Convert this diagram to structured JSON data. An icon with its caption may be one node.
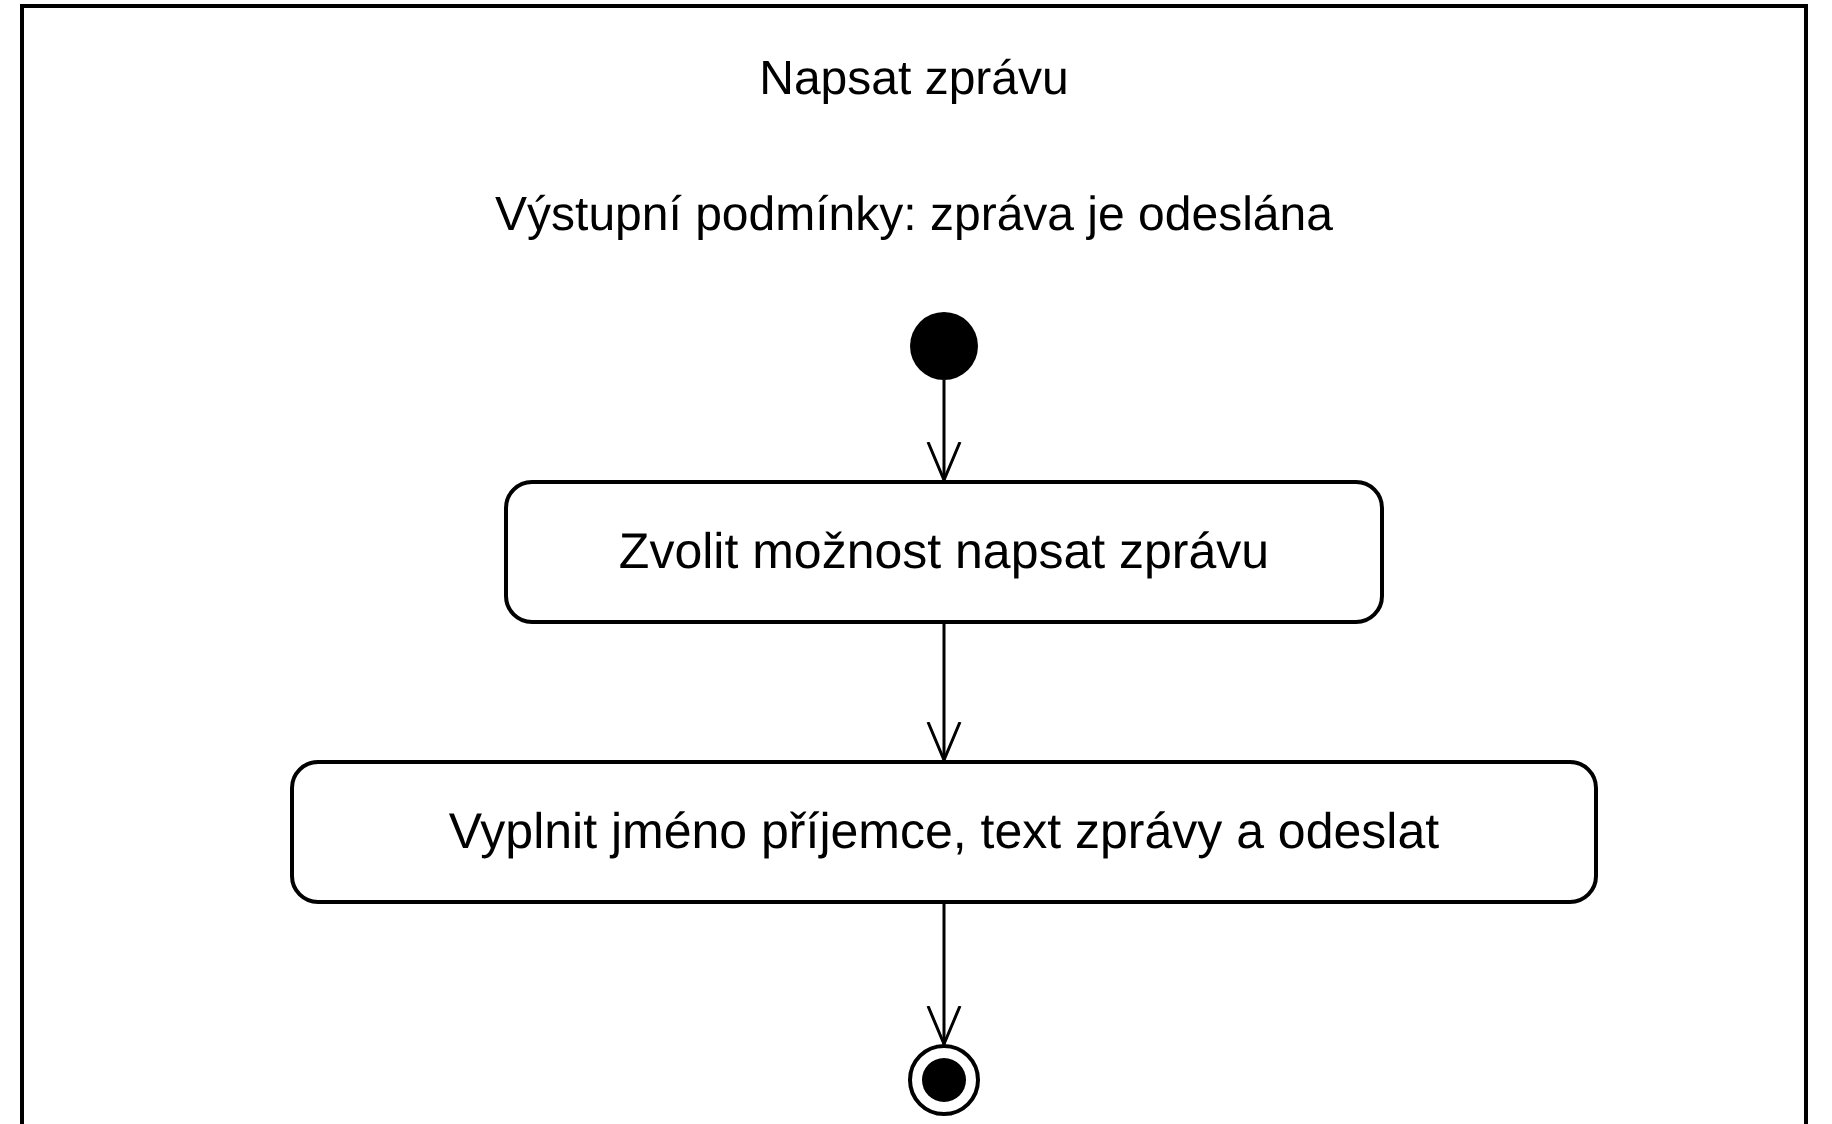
{
  "diagram": {
    "nodes": [
      {
        "text": [
          "Napsat zprávu",
          "Výstupní podmínky: zpráva je odeslána"
        ]
      },
      {
        "text": [],
        "shape": "circle",
        "in": 0
      },
      {
        "text": [
          "Zvolit možnost napsat zprávu"
        ],
        "in": 0
      },
      {
        "text": [
          "Vyplnit jméno příjemce, text zprávy a odeslat"
        ],
        "in": 0
      },
      {
        "text": [],
        "shape": "circle",
        "in": 0
      }
    ],
    "edges": [
      {
        "from": 1,
        "to": 2,
        "arrow": "to"
      },
      {
        "from": 2,
        "to": 3,
        "arrow": "to"
      },
      {
        "from": 3,
        "to": 4,
        "arrow": "to"
      }
    ]
  }
}
